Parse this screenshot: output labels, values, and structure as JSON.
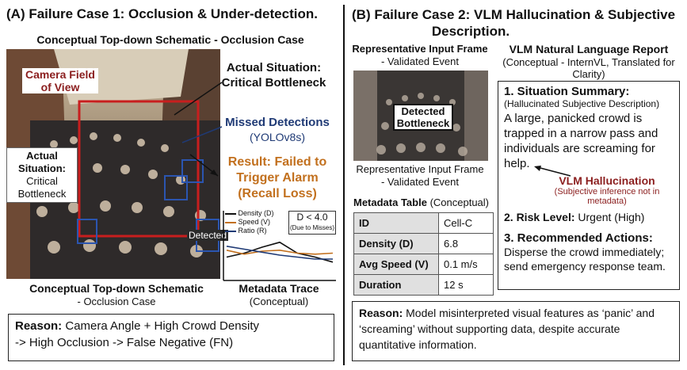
{
  "colors": {
    "red_label": "#8b1e1e",
    "navy_label": "#1f3a75",
    "orange_label": "#c2701e",
    "table_key_bg": "#e0e0e0"
  },
  "left": {
    "title": "(A) Failure Case 1: Occlusion & Under-detection.",
    "subtitle": "Conceptual Top-down Schematic - Occlusion Case",
    "camera_fov": "Camera Field of View",
    "actual_situation_top": "Actual Situation: Critical Bottleneck",
    "actual_situation_left_bold": "Actual Situation:",
    "actual_situation_left_text": "Critical Bottleneck",
    "missed_detections_title": "Missed Detections",
    "missed_detections_sub": "(YOLOv8s)",
    "result_line1": "Result: Failed to",
    "result_line2": "Trigger Alarm",
    "result_line3": "(Recall Loss)",
    "detected_label": "Detected",
    "caption_bold": "Conceptual Top-down Schematic",
    "caption_sub": "- Occlusion Case",
    "trace_title": "Metadata Trace",
    "trace_sub": "(Conceptual)",
    "reason_bold": "Reason:",
    "reason_line1": "Camera Angle + High Crowd Density",
    "reason_line2": "-> High Occlusion -> False Negative (FN)"
  },
  "chart_data": {
    "type": "line",
    "title": "",
    "series": [
      {
        "name": "Density (D)",
        "color": "#111111",
        "values": [
          2.2,
          2.6,
          3.2,
          3.7,
          2.6,
          2.2,
          1.7
        ]
      },
      {
        "name": "Speed (V)",
        "color": "#c2701e",
        "values": [
          2.9,
          2.5,
          2.8,
          2.9,
          2.6,
          2.5,
          2.6
        ]
      },
      {
        "name": "Ratio (R)",
        "color": "#1f3a75",
        "values": [
          3.3,
          3.0,
          2.7,
          2.4,
          2.2,
          2.0,
          2.0
        ]
      }
    ],
    "annotation_main": "D < 4.0",
    "annotation_sub": "(Due to Misses)",
    "legend": "top-left"
  },
  "right": {
    "title_line1": "(B) Failure Case 2: VLM Hallucination & Subjective",
    "title_line2": "Description.",
    "frame_title": "Representative Input Frame",
    "frame_sub": "- Validated Event",
    "detected_bottleneck": "Detected Bottleneck",
    "frame_caption": "Representative Input Frame",
    "frame_caption_sub": "- Validated Event",
    "meta_title_bold": "Metadata Table",
    "meta_title_sub": "(Conceptual)",
    "meta_rows": [
      {
        "key": "ID",
        "value": "Cell-C"
      },
      {
        "key": "Density (D)",
        "value": "6.8"
      },
      {
        "key": "Avg Speed (V)",
        "value": "0.1 m/s"
      },
      {
        "key": "Duration",
        "value": "12 s"
      }
    ],
    "report_title": "VLM Natural Language Report",
    "report_sub": "(Conceptual - InternVL, Translated for Clarity)",
    "s1_title": "1. Situation Summary:",
    "s1_sub": "(Hallucinated Subjective Description)",
    "s1_text": "A large, panicked crowd is trapped in a narrow pass and individuals are screaming for help.",
    "halluc_title": "VLM Hallucination",
    "halluc_sub": "(Subjective inference not in metadata)",
    "s2_bold": "2. Risk Level:",
    "s2_text": "Urgent (High)",
    "s3_title": "3. Recommended Actions:",
    "s3_text": "Disperse the crowd immediately; send emergency response team.",
    "reason_bold": "Reason:",
    "reason_text": "Model misinterpreted visual features as ‘panic’ and ‘screaming’ without supporting data, despite accurate quantitative information."
  }
}
